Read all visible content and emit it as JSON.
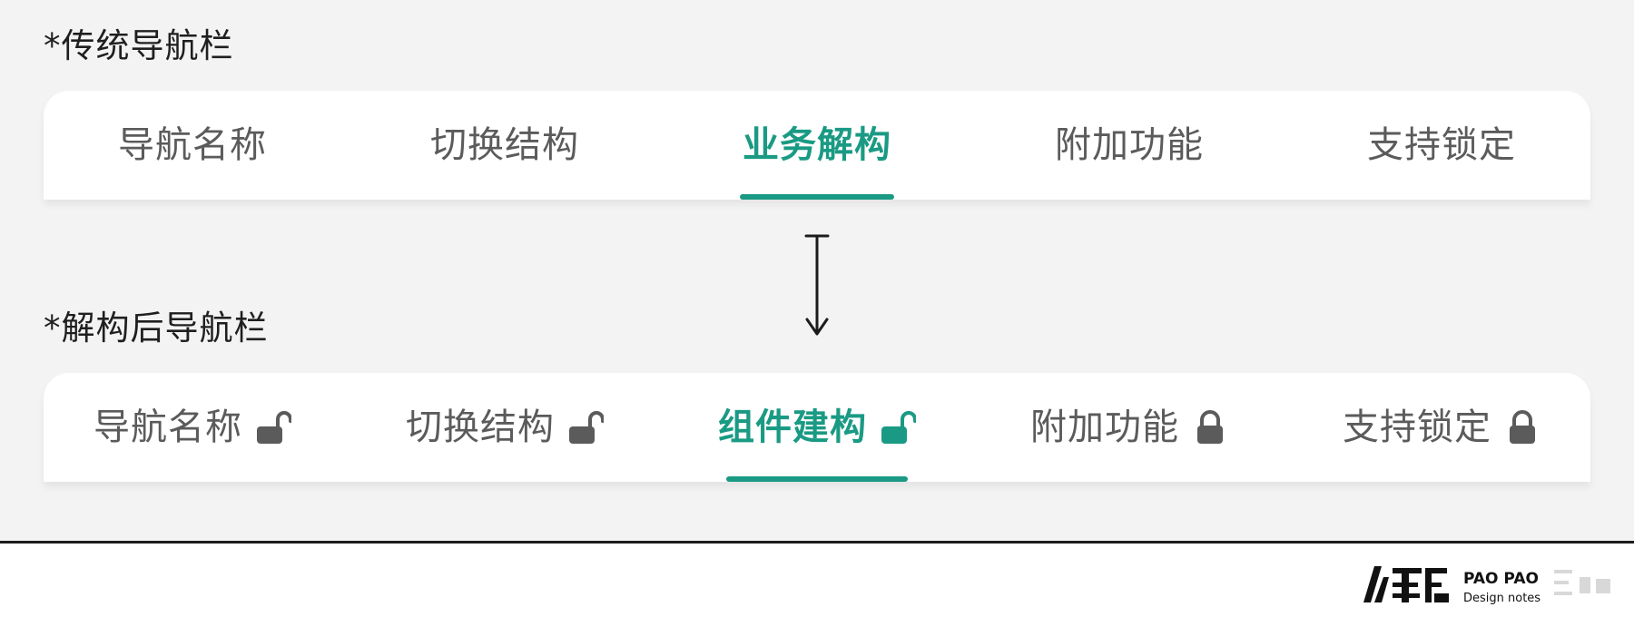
{
  "sections": {
    "traditional": {
      "title": "*传统导航栏",
      "tabs": [
        {
          "label": "导航名称",
          "active": false
        },
        {
          "label": "切换结构",
          "active": false
        },
        {
          "label": "业务解构",
          "active": true
        },
        {
          "label": "附加功能",
          "active": false
        },
        {
          "label": "支持锁定",
          "active": false
        }
      ]
    },
    "deconstructed": {
      "title": "*解构后导航栏",
      "tabs": [
        {
          "label": "导航名称",
          "active": false,
          "lock": "unlocked-icon"
        },
        {
          "label": "切换结构",
          "active": false,
          "lock": "unlocked-icon"
        },
        {
          "label": "组件建构",
          "active": true,
          "lock": "unlocked-icon"
        },
        {
          "label": "附加功能",
          "active": false,
          "lock": "locked-icon"
        },
        {
          "label": "支持锁定",
          "active": false,
          "lock": "locked-icon"
        }
      ]
    }
  },
  "watermark": {
    "line1": "PAO PAO",
    "line2": "Design notes"
  },
  "colors": {
    "accent": "#1a9a84",
    "text": "#5b5b5b",
    "lock": "#5b5b5b",
    "background": "#f3f3f3"
  }
}
